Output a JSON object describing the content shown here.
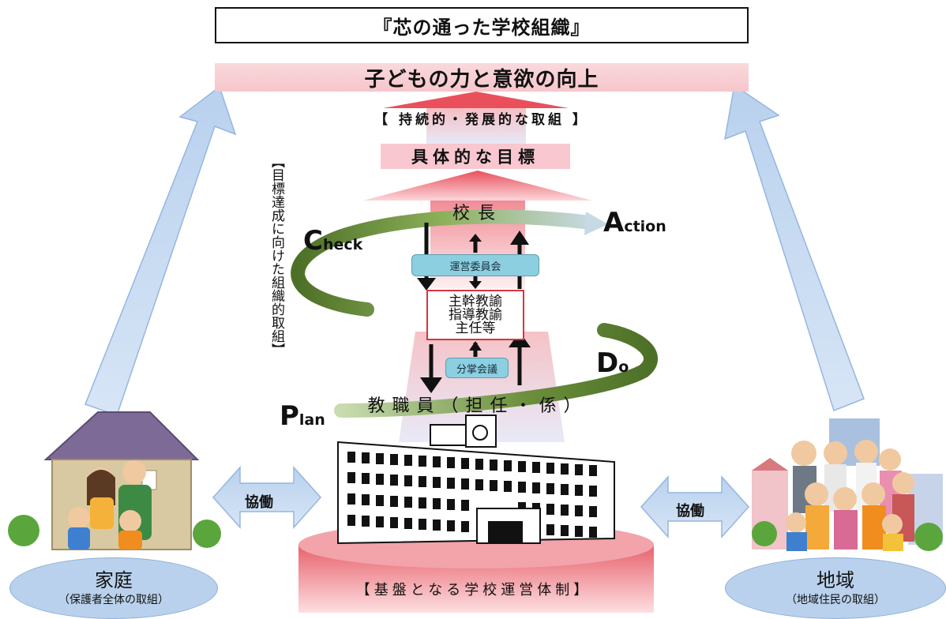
{
  "header": {
    "title": "『芯の通った学校組織』"
  },
  "goal": {
    "label": "子どもの力と意欲の向上"
  },
  "sustainable": {
    "label": "【 持続的・発展的な取組 】"
  },
  "specific_goal": {
    "label": "具体的な目標"
  },
  "vertical_note": {
    "label": "【目標達成に向けた組織的取組】"
  },
  "org": {
    "principal": "校長",
    "unei_committee": "運営委員会",
    "middle_lines": [
      "主幹教諭",
      "指導教諭",
      "主任等"
    ],
    "bunsho_meeting": "分掌会議",
    "staff": "教職員（担任・係）"
  },
  "pdca": {
    "check": {
      "initial": "C",
      "rest": "heck"
    },
    "action": {
      "initial": "A",
      "rest": "ction"
    },
    "do": {
      "initial": "D",
      "rest": "o"
    },
    "plan": {
      "initial": "P",
      "rest": "lan"
    }
  },
  "base": {
    "label": "【基盤となる学校運営体制】"
  },
  "cooperation": {
    "left": "協働",
    "right": "協働"
  },
  "home": {
    "label": "家庭",
    "sub": "（保護者全体の取組）"
  },
  "community": {
    "label": "地域",
    "sub": "（地域住民の取組）"
  },
  "colors": {
    "arrow_blue": "#c6d9f1",
    "arrow_red": "#e8616c",
    "swirl_green": "#6b8f3c",
    "ellipse": "#b9d1ec"
  }
}
